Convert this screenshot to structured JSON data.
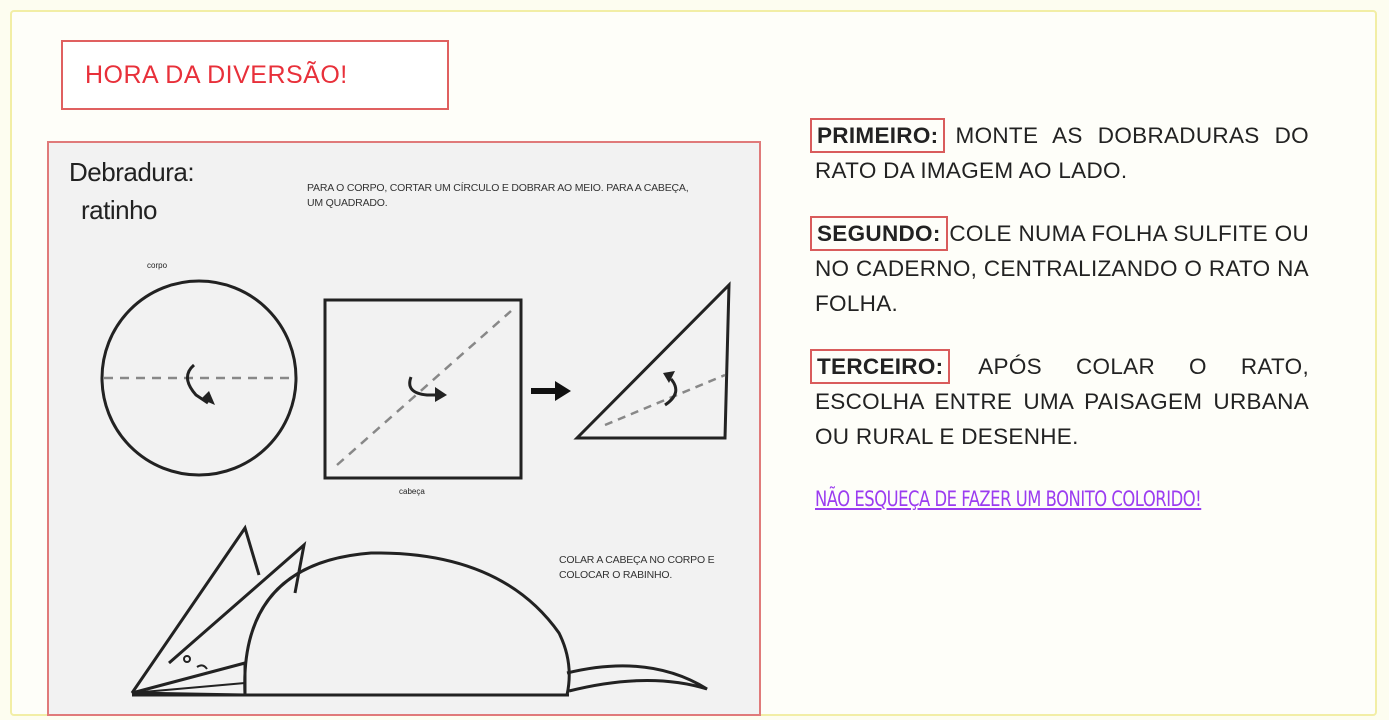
{
  "title": "HORA DA DIVERSÃO!",
  "diagram": {
    "heading_line1": "Debradura:",
    "heading_line2": "ratinho",
    "note_top": "PARA O CORPO, CORTAR UM CÍRCULO E DOBRAR AO MEIO. PARA A CABEÇA, UM QUADRADO.",
    "label_corpo": "corpo",
    "label_cabeca": "cabeça",
    "note_bottom": "COLAR A CABEÇA NO CORPO E COLOCAR O RABINHO."
  },
  "steps": [
    {
      "label": "PRIMEIRO:",
      "text": "MONTE AS DOBRADURAS DO RATO DA IMAGEM AO LADO."
    },
    {
      "label": "SEGUNDO:",
      "text": "COLE NUMA FOLHA SULFITE OU NO CADERNO, CENTRALIZANDO O RATO NA FOLHA."
    },
    {
      "label": "TERCEIRO:",
      "text": "APÓS COLAR O RATO, ESCOLHA ENTRE UMA PAISAGEM URBANA OU RURAL E DESENHE."
    }
  ],
  "reminder": "NÃO ESQUEÇA DE FAZER UM BONITO COLORIDO!",
  "colors": {
    "title_red": "#e8303a",
    "border_red": "#e06060",
    "reminder_purple": "#9b3cf0",
    "frame_yellow": "#f2eea6"
  }
}
